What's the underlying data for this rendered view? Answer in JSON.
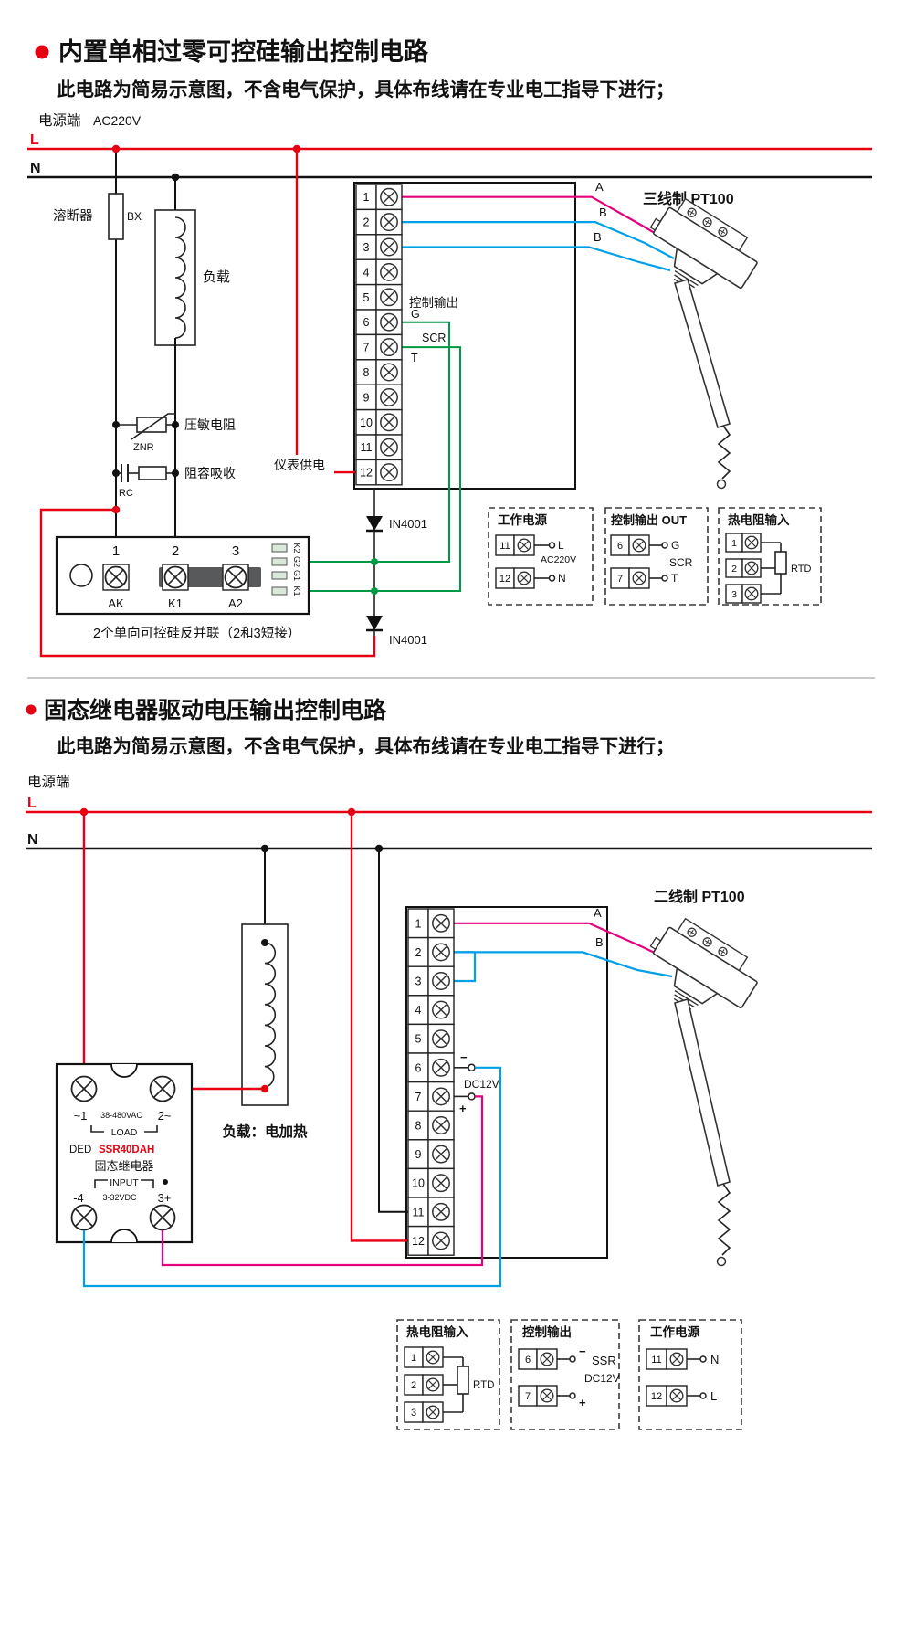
{
  "s1": {
    "title": "内置单相过零可控硅输出控制电路",
    "subtitle": "此电路为简易示意图，不含电气保护，具体布线请在专业电工指导下进行；",
    "power": "电源端",
    "voltage": "AC220V",
    "l": "L",
    "n": "N",
    "fuse": "溶断器",
    "fuse_code": "BX",
    "load": "负载",
    "znr": "压敏电阻",
    "znr_code": "ZNR",
    "rc": "阻容吸收",
    "rc_code": "RC",
    "meter_power": "仪表供电",
    "ctrl": "控制输出",
    "g": "G",
    "scr": "SCR",
    "t": "T",
    "a": "A",
    "b1": "B",
    "b2": "B",
    "pt100": "三线制 PT100",
    "d1": "IN4001",
    "d2": "IN4001",
    "terminals": [
      "1",
      "2",
      "3",
      "4",
      "5",
      "6",
      "7",
      "8",
      "9",
      "10",
      "11",
      "12"
    ],
    "module": {
      "n1": "1",
      "n2": "2",
      "n3": "3",
      "ak": "AK",
      "k1": "K1",
      "a2": "A2",
      "pins": [
        "K2",
        "G2",
        "G1",
        "K1"
      ],
      "caption": "2个单向可控硅反并联（2和3短接）"
    },
    "lg_work": {
      "title": "工作电源",
      "t11": "11",
      "t12": "12",
      "l": "L",
      "v": "AC220V",
      "n": "N"
    },
    "lg_out": {
      "title": "控制输出 OUT",
      "t6": "6",
      "t7": "7",
      "g": "G",
      "scr": "SCR",
      "t": "T"
    },
    "lg_rtd": {
      "title": "热电阻输入",
      "t1": "1",
      "t2": "2",
      "t3": "3",
      "rtd": "RTD"
    }
  },
  "s2": {
    "title": "固态继电器驱动电压输出控制电路",
    "subtitle": "此电路为简易示意图，不含电气保护，具体布线请在专业电工指导下进行；",
    "power": "电源端",
    "l": "L",
    "n": "N",
    "ssr": {
      "r1a": "~1",
      "r1b": "38-480VAC",
      "r1c": "2~",
      "load": "LOAD",
      "brand": "DED",
      "model": "SSR40DAH",
      "name": "固态继电器",
      "input": "INPUT",
      "r2a": "-4",
      "r2b": "3-32VDC",
      "r2c": "3+"
    },
    "load_label": "负载：电加热",
    "minus": "−",
    "plus": "+",
    "dc": "DC12V",
    "a": "A",
    "b": "B",
    "pt100": "二线制 PT100",
    "terminals": [
      "1",
      "2",
      "3",
      "4",
      "5",
      "6",
      "7",
      "8",
      "9",
      "10",
      "11",
      "12"
    ],
    "lg_rtd": {
      "title": "热电阻输入",
      "t1": "1",
      "t2": "2",
      "t3": "3",
      "rtd": "RTD"
    },
    "lg_out": {
      "title": "控制输出",
      "t6": "6",
      "t7": "7",
      "minus": "−",
      "plus": "+",
      "ssr": "SSR",
      "dc": "DC12V"
    },
    "lg_work": {
      "title": "工作电源",
      "t11": "11",
      "t12": "12",
      "n": "N",
      "l": "L"
    }
  }
}
